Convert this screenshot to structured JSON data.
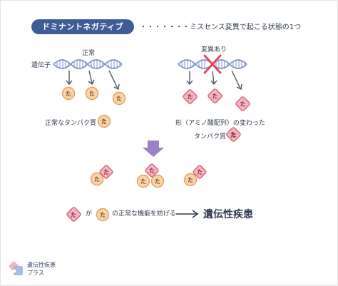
{
  "title": "ドミナントネガティブ",
  "subtitle": "・・・・・・・ミスセンス変異で起こる状態の1つ",
  "left_panel": {
    "dna_label": "遺伝子",
    "state_label": "正常",
    "protein_char": "た",
    "caption": "正常なタンパク質"
  },
  "right_panel": {
    "state_label": "変異あり",
    "protein_char": "た",
    "caption_line1": "形（アミノ酸配列）の変わった",
    "caption_line2": "タンパク質"
  },
  "result": {
    "char_mutant": "た",
    "particle": "が",
    "char_normal": "た",
    "middle_text": "の正常な機能を妨げる",
    "arrow": "⟶",
    "outcome": "遺伝性疾患"
  },
  "footer": {
    "brand_line1": "遺伝性疾患",
    "brand_line2": "プラス"
  },
  "colors": {
    "navy": "#3f5c99",
    "dna_strand": "#7c93c8",
    "normal_fill": "#f8d4a8",
    "normal_stroke": "#e8a05a",
    "mutant_fill": "#f4b5c2",
    "mutant_stroke": "#d8627a",
    "cross": "#e2495d",
    "down_arrow": "#9b82c4",
    "arrow_gray": "#4a5668"
  }
}
